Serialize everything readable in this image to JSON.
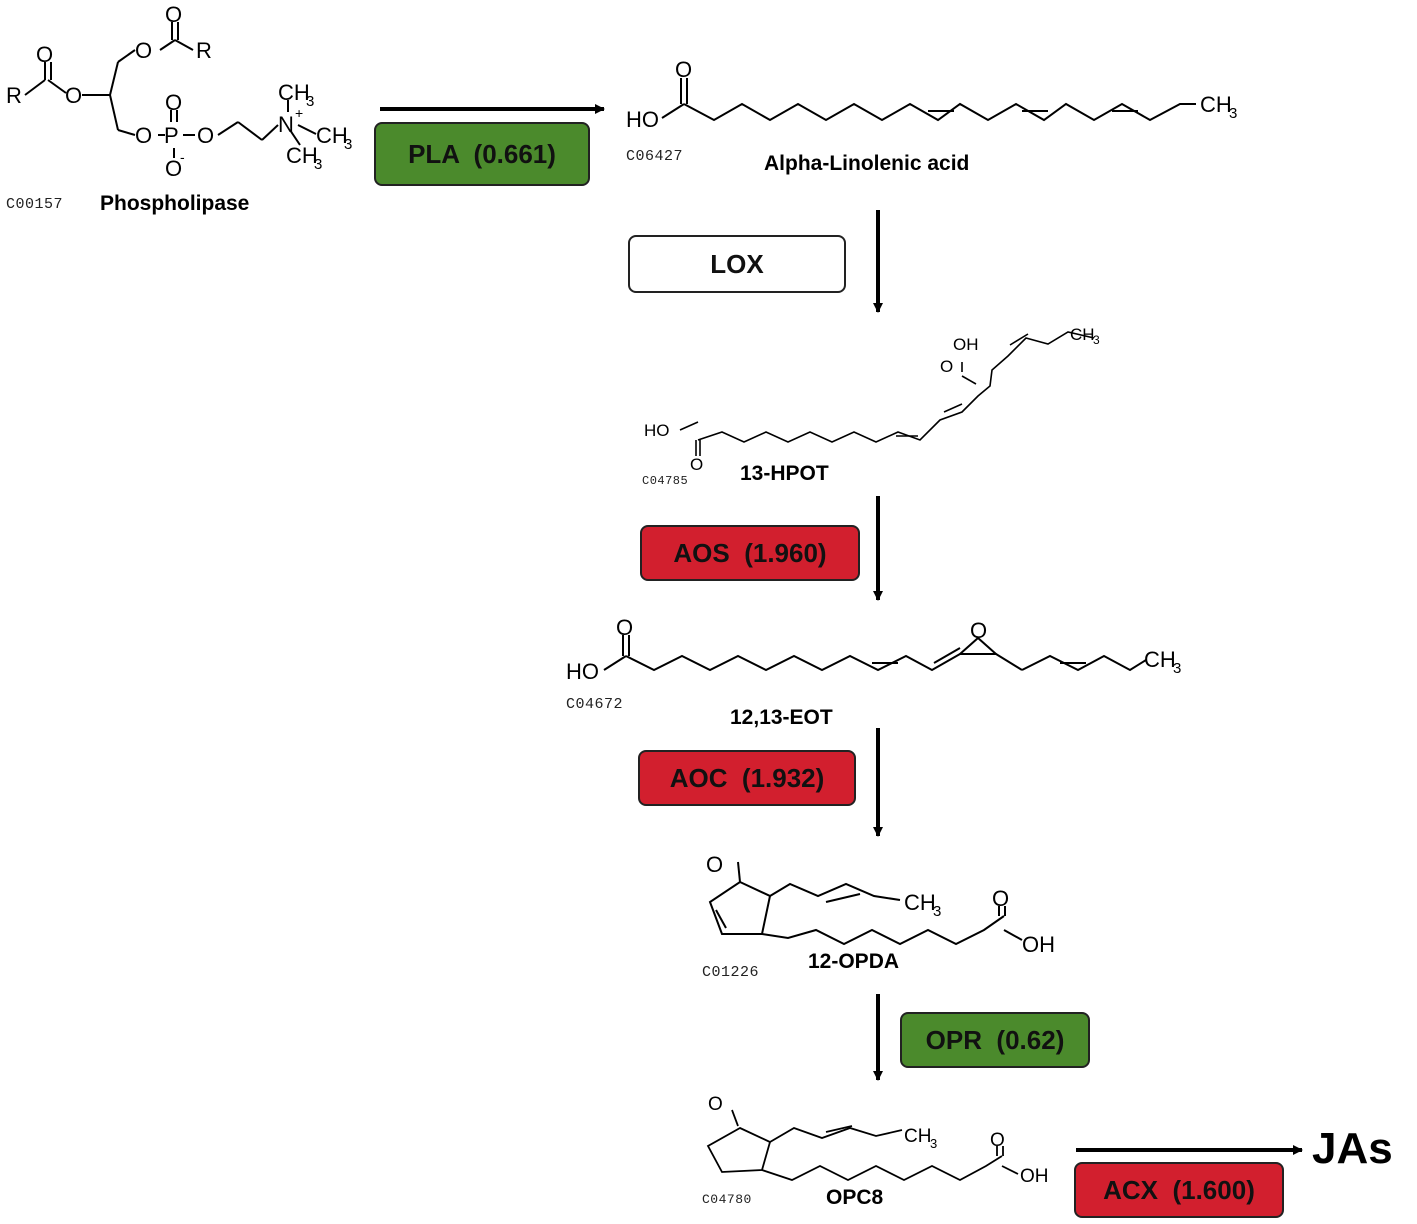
{
  "compounds": {
    "phospholipase": {
      "code": "C00157",
      "name": "Phospholipase"
    },
    "alpha_linolenic": {
      "code": "C06427",
      "name": "Alpha-Linolenic acid"
    },
    "hpot": {
      "code": "C04785",
      "name": "13-HPOT"
    },
    "eot": {
      "code": "C04672",
      "name": "12,13-EOT"
    },
    "opda": {
      "code": "C01226",
      "name": "12-OPDA"
    },
    "opc8": {
      "code": "C04780",
      "name": "OPC8"
    },
    "jas": {
      "name": "JAs"
    }
  },
  "enzymes": {
    "pla": {
      "label": "PLA  (0.661)",
      "regulation": "up",
      "color": "#4b8a2c"
    },
    "lox": {
      "label": "LOX",
      "regulation": "none",
      "color": "#ffffff"
    },
    "aos": {
      "label": "AOS  (1.960)",
      "regulation": "down",
      "color": "#d21f2e"
    },
    "aoc": {
      "label": "AOC  (1.932)",
      "regulation": "down",
      "color": "#d21f2e"
    },
    "opr": {
      "label": "OPR  (0.62)",
      "regulation": "up",
      "color": "#4b8a2c"
    },
    "acx": {
      "label": "ACX  (1.600)",
      "regulation": "down",
      "color": "#d21f2e"
    }
  },
  "atoms": {
    "r": "R",
    "o": "O",
    "p": "P",
    "n": "N",
    "ch3": "CH",
    "sub3": "3",
    "ho": "HO",
    "oh": "OH",
    "ooh": "OH",
    "plus": "+",
    "minus": "-"
  }
}
